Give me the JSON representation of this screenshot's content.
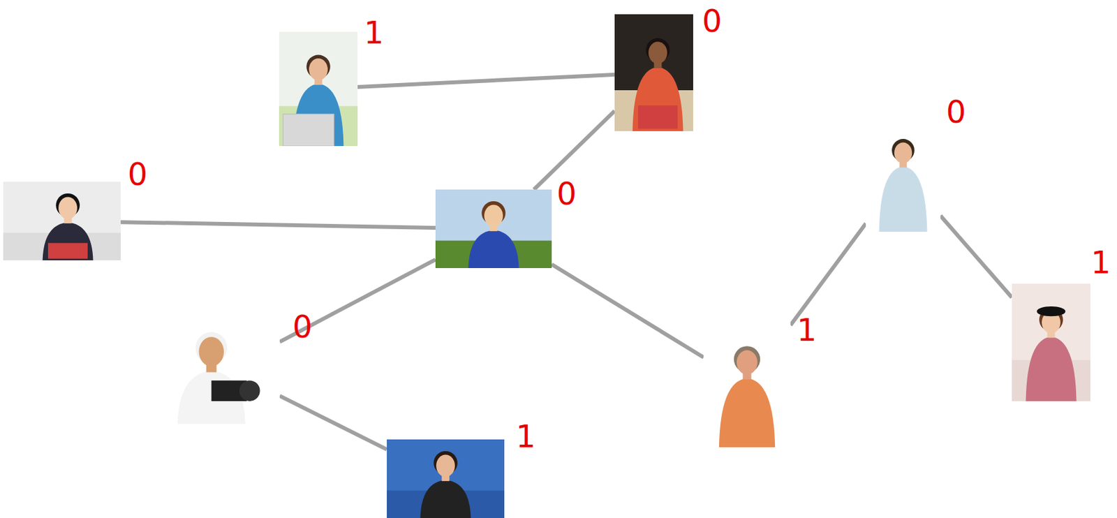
{
  "diagram": {
    "nodes": [
      {
        "text": [
          "1"
        ]
      },
      {
        "text": [
          "0"
        ]
      },
      {
        "text": [
          "0"
        ]
      },
      {
        "text": [
          "0"
        ]
      },
      {
        "text": [
          "0"
        ]
      },
      {
        "text": [
          "0"
        ]
      },
      {
        "text": [
          "1"
        ]
      },
      {
        "text": [
          "1"
        ]
      },
      {
        "text": [
          "1"
        ]
      }
    ],
    "edges": [
      {
        "from": 0,
        "to": 1,
        "arrow": "none"
      },
      {
        "from": 1,
        "to": 3,
        "arrow": "none"
      },
      {
        "from": 2,
        "to": 3,
        "arrow": "none"
      },
      {
        "from": 3,
        "to": 5,
        "arrow": "none"
      },
      {
        "from": 5,
        "to": 8,
        "arrow": "none"
      },
      {
        "from": 3,
        "to": 6,
        "arrow": "none"
      },
      {
        "from": 6,
        "to": 4,
        "arrow": "none"
      },
      {
        "from": 4,
        "to": 7,
        "arrow": "none"
      }
    ]
  }
}
